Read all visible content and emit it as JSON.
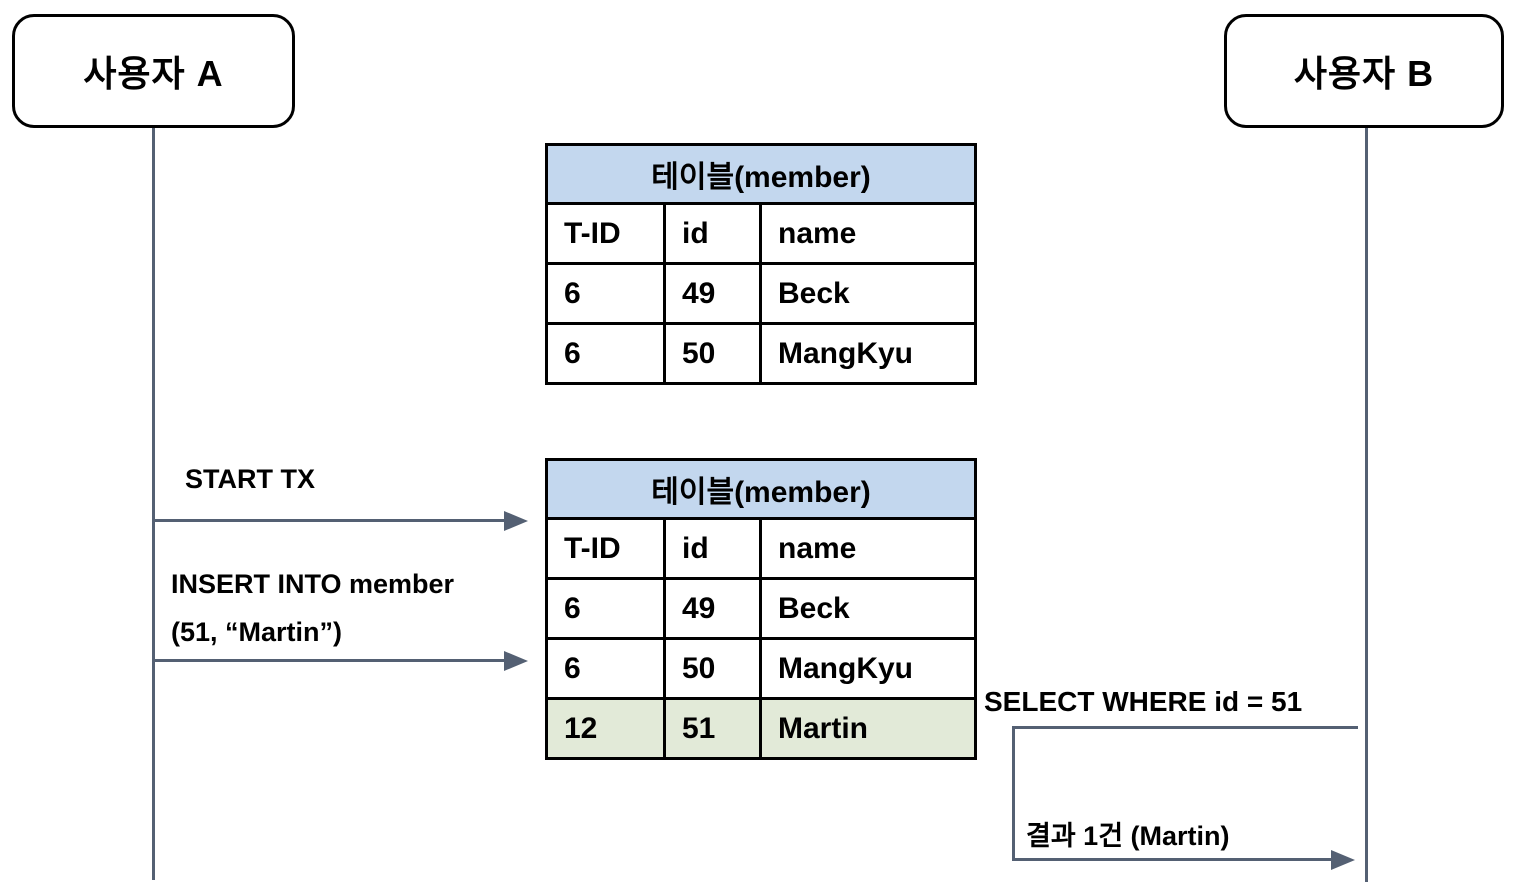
{
  "diagram": {
    "actors": [
      {
        "id": "user-a",
        "label": "사용자 A"
      },
      {
        "id": "user-b",
        "label": "사용자 B"
      }
    ],
    "tables": [
      {
        "title": "테이블(member)",
        "columns": [
          "T-ID",
          "id",
          "name"
        ],
        "rows": [
          {
            "cells": [
              "6",
              "49",
              "Beck"
            ],
            "highlight": false
          },
          {
            "cells": [
              "6",
              "50",
              "MangKyu"
            ],
            "highlight": false
          }
        ]
      },
      {
        "title": "테이블(member)",
        "columns": [
          "T-ID",
          "id",
          "name"
        ],
        "rows": [
          {
            "cells": [
              "6",
              "49",
              "Beck"
            ],
            "highlight": false
          },
          {
            "cells": [
              "6",
              "50",
              "MangKyu"
            ],
            "highlight": false
          },
          {
            "cells": [
              "12",
              "51",
              "Martin"
            ],
            "highlight": true
          }
        ]
      }
    ],
    "messages": [
      {
        "id": "start-tx",
        "from": "user-a",
        "label": "START TX"
      },
      {
        "id": "insert",
        "from": "user-a",
        "label": "INSERT INTO member\n(51, “Martin”)"
      },
      {
        "id": "select",
        "from": "user-b",
        "label": "SELECT WHERE id = 51"
      },
      {
        "id": "result",
        "to": "user-b",
        "label": "결과 1건 (Martin)"
      }
    ],
    "colors": {
      "table_title_bg": "#c3d7ee",
      "highlight_row_bg": "#e2ead8",
      "connector_line": "#546073",
      "border": "#000000",
      "background": "#ffffff"
    }
  }
}
